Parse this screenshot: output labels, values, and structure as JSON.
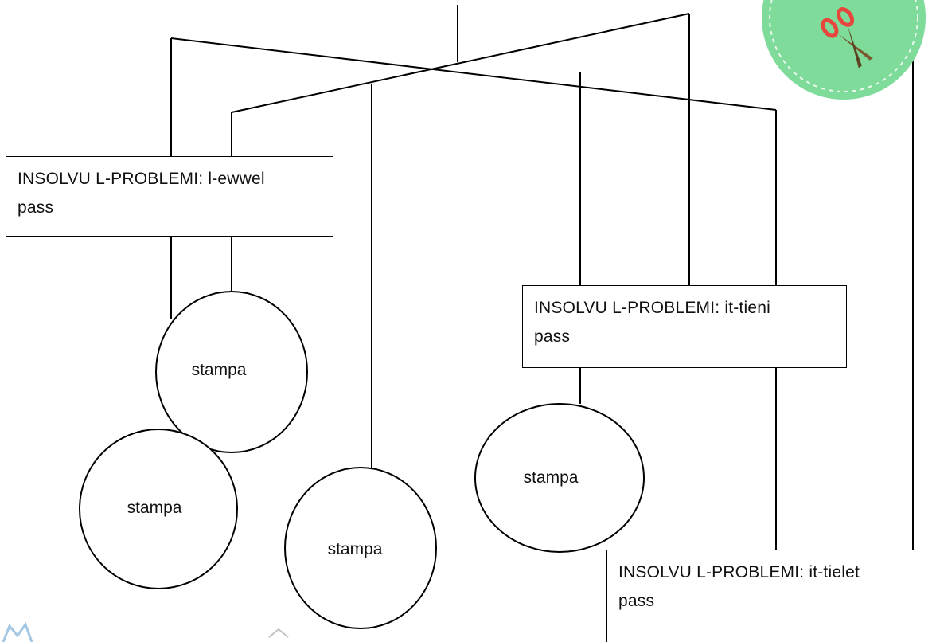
{
  "problem_boxes": [
    {
      "id": "first",
      "line1": "INSOLVU L-PROBLEMI: l-ewwel",
      "line2": "pass"
    },
    {
      "id": "third",
      "line1": "INSOLVU L-PROBLEMI: it-tieni",
      "line2": "pass"
    },
    {
      "id": "fourth",
      "line1": "INSOLVU L-PROBLEMI: it-tielet",
      "line2": "pass"
    }
  ],
  "stamp_circles": [
    {
      "id": "a",
      "label": "stampa"
    },
    {
      "id": "b",
      "label": "stampa"
    },
    {
      "id": "c",
      "label": "stampa"
    },
    {
      "id": "d",
      "label": "stampa"
    }
  ],
  "colors": {
    "line": "#000000",
    "badge_fill": "#7edb9a",
    "badge_stitch": "#e9f7ec",
    "scissors_handle": "#e8463c",
    "scissors_blade": "#7a5a2e"
  },
  "icons": [
    "scissors-badge-icon",
    "decorative-corner-icon"
  ]
}
